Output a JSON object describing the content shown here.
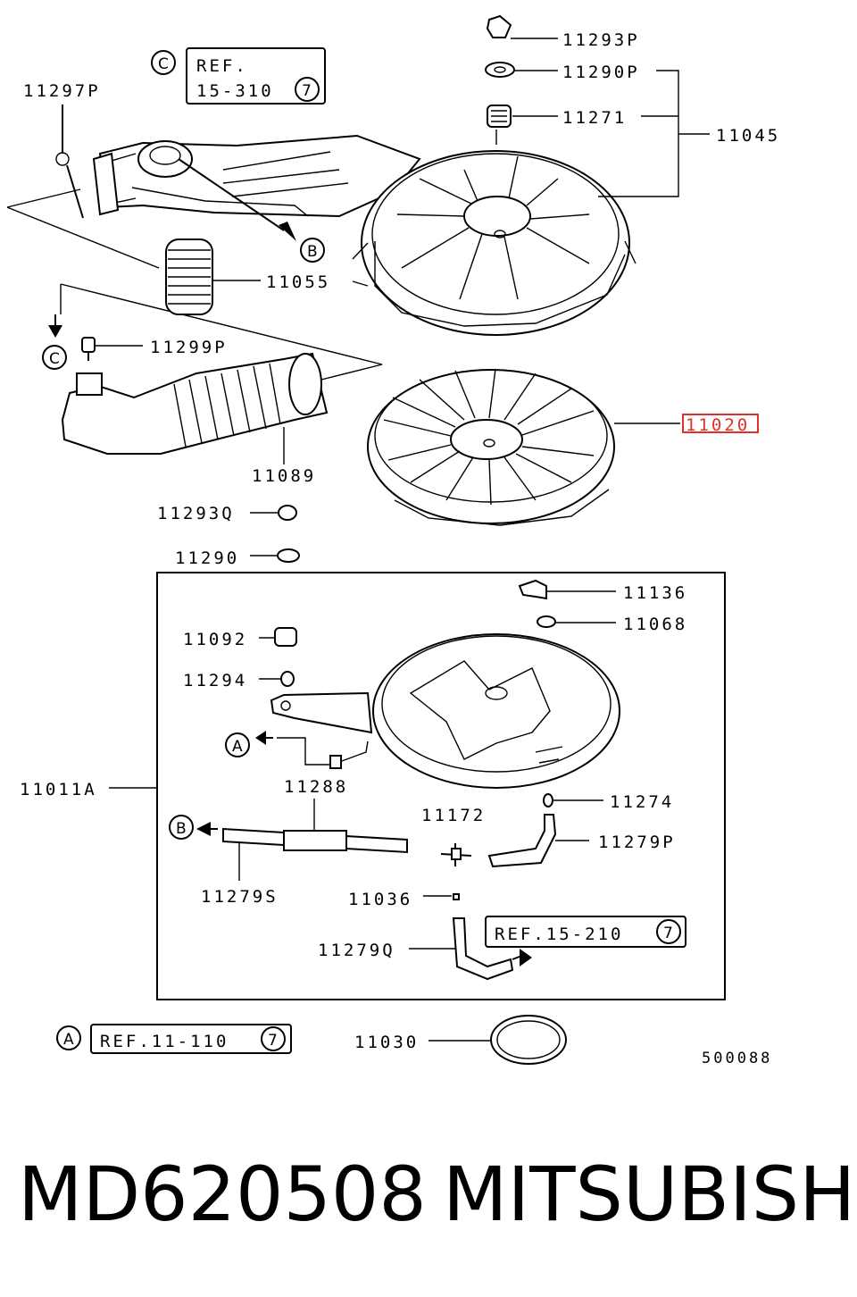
{
  "diagram_id": "500088",
  "footer": {
    "part_number": "MD620508",
    "brand": "MITSUBISHI"
  },
  "callouts": {
    "p11293P": "11293P",
    "p11290P": "11290P",
    "p11271": "11271",
    "p11045": "11045",
    "p11297P": "11297P",
    "p11055": "11055",
    "p11299P": "11299P",
    "p11089": "11089",
    "p11020": "11020",
    "p11293Q": "11293Q",
    "p11290": "11290",
    "p11136": "11136",
    "p11068": "11068",
    "p11092": "11092",
    "p11294": "11294",
    "p11011A": "11011A",
    "p11288": "11288",
    "p11274": "11274",
    "p11172": "11172",
    "p11279P": "11279P",
    "p11279S": "11279S",
    "p11036": "11036",
    "p11279Q": "11279Q",
    "p11030": "11030"
  },
  "refs": {
    "ref_c_line1": "REF.",
    "ref_c_line2": "15-310",
    "ref_c_num": "7",
    "ref_15_210": "REF.15-210",
    "ref_15_210_num": "7",
    "ref_11_110": "REF.11-110",
    "ref_11_110_num": "7"
  },
  "markers": {
    "a": "A",
    "b": "B",
    "c": "C"
  },
  "highlight": {
    "part": "11020",
    "color": "#e0302a"
  }
}
